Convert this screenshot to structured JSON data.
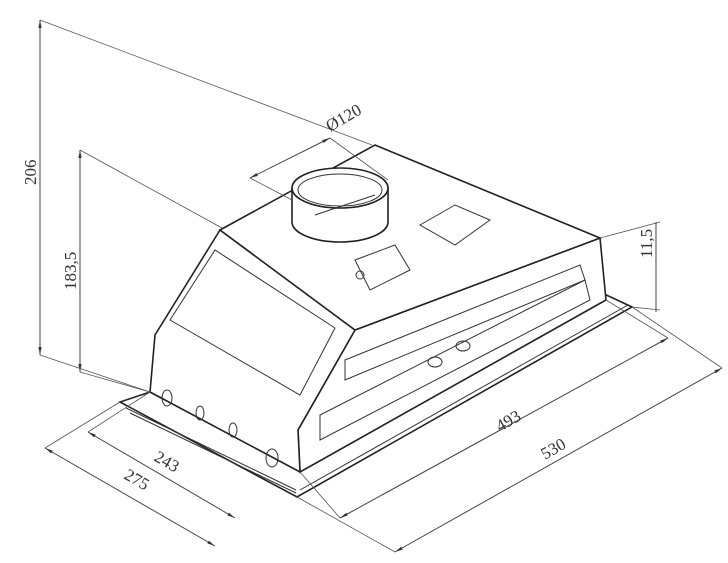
{
  "dimensions": {
    "height_total": "206",
    "height_body": "183,5",
    "duct_diameter": "Ø120",
    "flange_thickness": "11,5",
    "body_length": "493",
    "overall_length": "530",
    "body_depth": "243",
    "overall_depth": "275"
  },
  "colors": {
    "line": "#222222",
    "background": "#ffffff"
  }
}
